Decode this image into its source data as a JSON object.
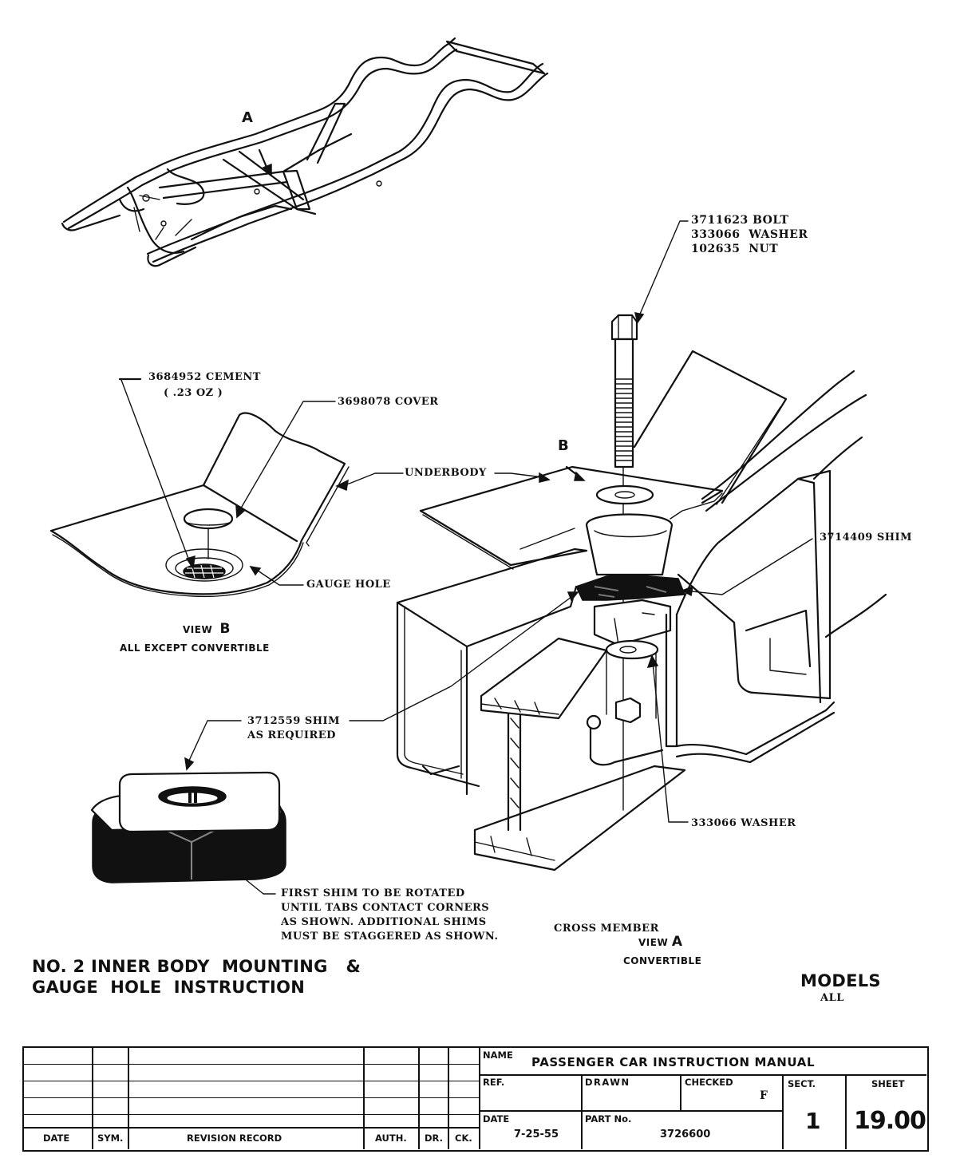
{
  "document": {
    "title_line1": "NO. 2 INNER BODY  MOUNTING   &",
    "title_line2": "GAUGE  HOLE  INSTRUCTION",
    "models_label": "MODELS",
    "models_value": "ALL"
  },
  "frame_view": {
    "view_marker": "A"
  },
  "view_b": {
    "callouts": {
      "cement_part": "3684952 CEMENT",
      "cement_qty": "( .23 OZ )",
      "cover": "3698078 COVER",
      "underbody": "UNDERBODY",
      "gauge_hole": "GAUGE HOLE"
    },
    "caption_view": "VIEW",
    "caption_letter": "B",
    "caption_note": "ALL EXCEPT CONVERTIBLE"
  },
  "view_a": {
    "marker_b": "B",
    "callouts": {
      "bolt_line1": "3711623 BOLT",
      "bolt_line2": "333066  WASHER",
      "bolt_line3": "102635  NUT",
      "shim_top": "3714409 SHIM",
      "shim_required_1": "3712559 SHIM",
      "shim_required_2": "AS REQUIRED",
      "washer_bottom": "333066 WASHER"
    },
    "caption_member": "CROSS MEMBER",
    "caption_view": "VIEW",
    "caption_letter": "A",
    "caption_note": "CONVERTIBLE"
  },
  "shim_note": {
    "lines": [
      "FIRST SHIM TO BE ROTATED",
      "UNTIL TABS CONTACT CORNERS",
      "AS SHOWN. ADDITIONAL SHIMS",
      "MUST BE STAGGERED AS SHOWN."
    ]
  },
  "title_block": {
    "revision_headers": [
      "DATE",
      "SYM.",
      "REVISION RECORD",
      "AUTH.",
      "DR.",
      "CK."
    ],
    "revision_rows": 5,
    "name_label": "NAME",
    "name_value": "PASSENGER CAR INSTRUCTION MANUAL",
    "ref_label": "REF.",
    "ref_value": "",
    "drawn_label": "DRAWN",
    "drawn_value": "",
    "checked_label": "CHECKED",
    "checked_value": "F",
    "date_label": "DATE",
    "date_value": "7-25-55",
    "part_label": "PART No.",
    "part_value": "3726600",
    "sect_label": "SECT.",
    "sect_value": "1",
    "sheet_label": "SHEET",
    "sheet_value": "19.00"
  }
}
